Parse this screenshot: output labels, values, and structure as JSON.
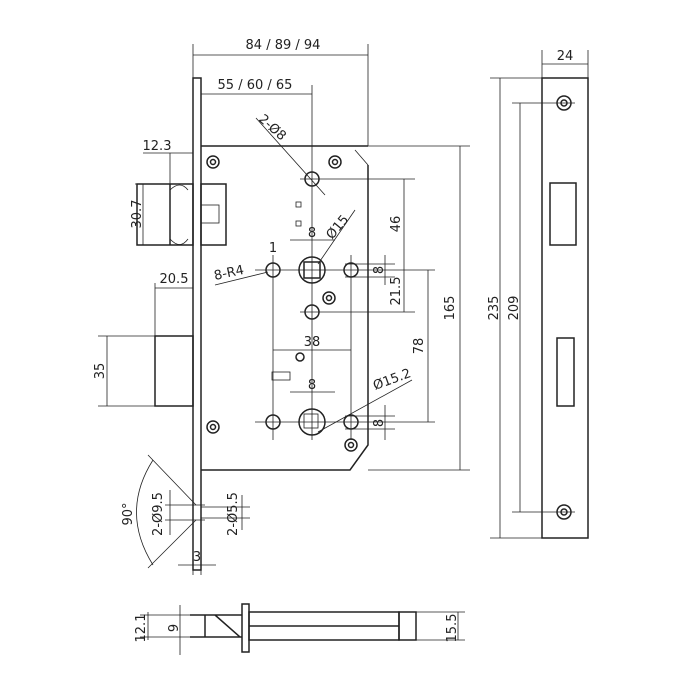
{
  "drawing": {
    "title": "Mortise lock technical drawing",
    "dimensions": {
      "overall_width": "84 / 89 / 94",
      "backset": "55 / 60 / 65",
      "fixing_holes": "2-Ø8",
      "latch_projection": "12.3",
      "latch_height": "30.7",
      "spindle_to_top_hole": "46",
      "spindle_square": "8",
      "spindle_hole": "Ø15",
      "offset_1": "1",
      "radius_holes": "8-R4",
      "slot_height_upper": "8",
      "spindle_to_lower_hole": "21.5",
      "bolt_projection": "20.5",
      "case_height": "165",
      "hole_spacing": "38",
      "spindle_to_cylinder": "78",
      "bolt_height": "35",
      "cylinder_hole": "Ø15.2",
      "cylinder_square": "8",
      "slot_height_lower": "8",
      "countersink_angle": "90°",
      "countersink_dia": "2-Ø9.5",
      "screw_hole_dia": "2-Ø5.5",
      "faceplate_thickness": "3",
      "strike_width": "24",
      "strike_length": "235",
      "strike_hole_spacing": "209",
      "side_latch_height": "12.1",
      "side_latch_inner": "9",
      "side_body_height": "15.5"
    }
  }
}
